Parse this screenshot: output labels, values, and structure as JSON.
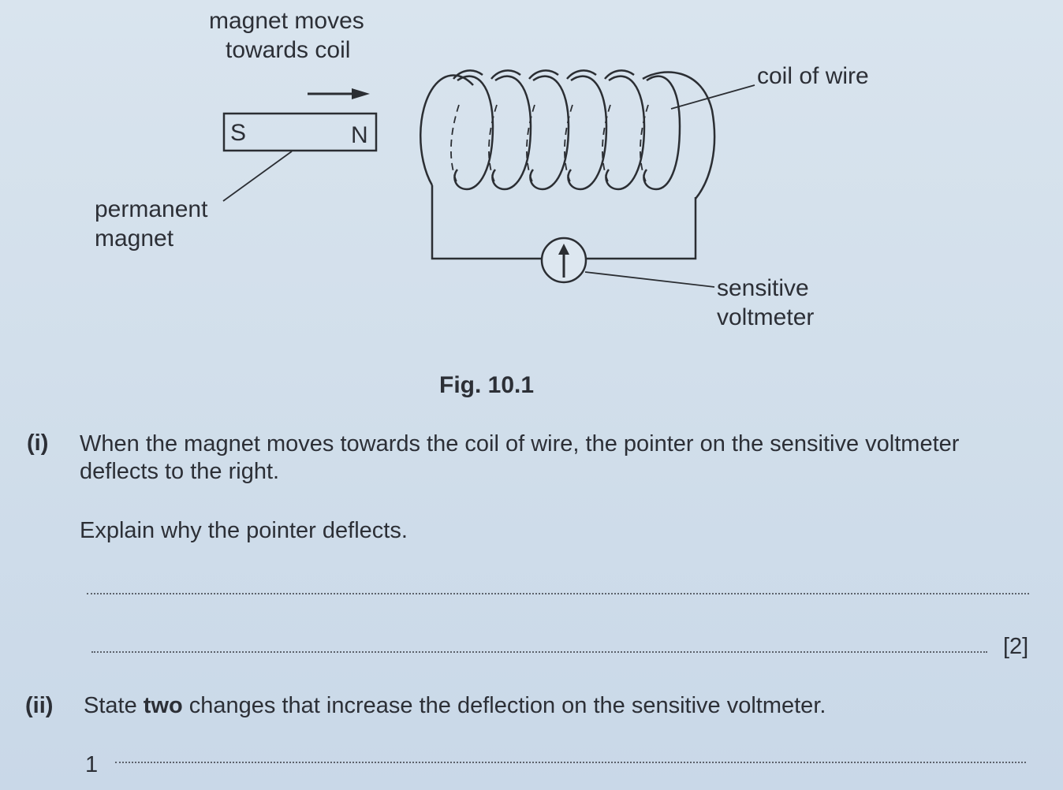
{
  "figure": {
    "motion_label_line1": "magnet moves",
    "motion_label_line2": "towards coil",
    "coil_label": "coil of wire",
    "magnet_label_line1": "permanent",
    "magnet_label_line2": "magnet",
    "south_pole": "S",
    "north_pole": "N",
    "voltmeter_label_line1": "sensitive",
    "voltmeter_label_line2": "voltmeter",
    "caption": "Fig. 10.1"
  },
  "question_i": {
    "number": "(i)",
    "text_line1": "When the magnet moves towards the coil of wire, the pointer on the sensitive voltmeter",
    "text_line2": "deflects to the right.",
    "prompt": "Explain why the pointer deflects.",
    "marks": "[2]"
  },
  "question_ii": {
    "number": "(ii)",
    "text_before": "State ",
    "text_bold": "two",
    "text_after": " changes that increase the deflection on the sensitive voltmeter.",
    "answer_number_1": "1"
  }
}
